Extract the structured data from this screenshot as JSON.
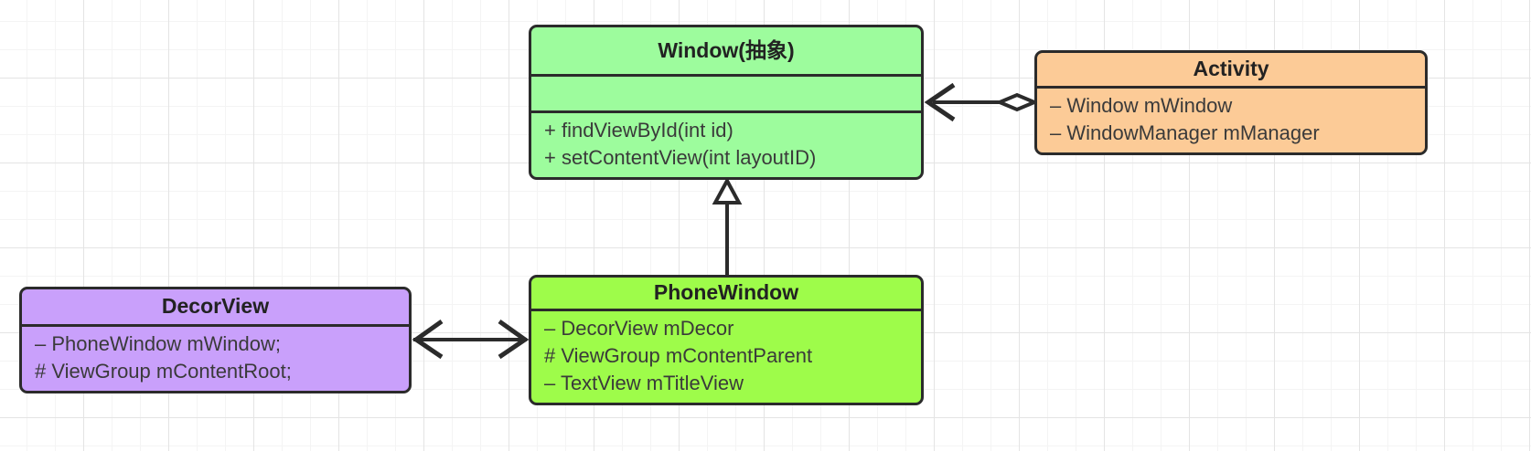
{
  "diagram": {
    "type": "uml-class-diagram",
    "background": "graph-paper-grid",
    "stroke_color": "#2b2b2b",
    "classes": [
      {
        "id": "window",
        "name": "Window(抽象)",
        "fill": "#9DFC9D",
        "compartments": [
          {
            "kind": "attributes",
            "rows": []
          },
          {
            "kind": "operations",
            "rows": [
              "+ findViewById(int id)",
              "+ setContentView(int layoutID)"
            ]
          }
        ]
      },
      {
        "id": "activity",
        "name": "Activity",
        "fill": "#FCCB97",
        "compartments": [
          {
            "kind": "attributes",
            "rows": [
              "– Window mWindow",
              "– WindowManager mManager"
            ]
          }
        ]
      },
      {
        "id": "phonewindow",
        "name": "PhoneWindow",
        "fill": "#9EFC4A",
        "compartments": [
          {
            "kind": "attributes",
            "rows": [
              "– DecorView mDecor",
              "# ViewGroup mContentParent",
              "– TextView mTitleView"
            ]
          }
        ]
      },
      {
        "id": "decorview",
        "name": "DecorView",
        "fill": "#C9A0FB",
        "compartments": [
          {
            "kind": "attributes",
            "rows": [
              "– PhoneWindow mWindow;",
              "# ViewGroup mContentRoot;"
            ]
          }
        ]
      }
    ],
    "relationships": [
      {
        "id": "activity-window",
        "from": "activity",
        "to": "window",
        "kind": "aggregation",
        "marker_from": "hollow-diamond",
        "marker_to": "open-arrow"
      },
      {
        "id": "phonewindow-window",
        "from": "phonewindow",
        "to": "window",
        "kind": "generalization",
        "marker_to": "hollow-triangle"
      },
      {
        "id": "decorview-phonewindow",
        "from": "decorview",
        "to": "phonewindow",
        "kind": "association",
        "marker_from": "open-arrow",
        "marker_to": "open-arrow"
      }
    ]
  }
}
